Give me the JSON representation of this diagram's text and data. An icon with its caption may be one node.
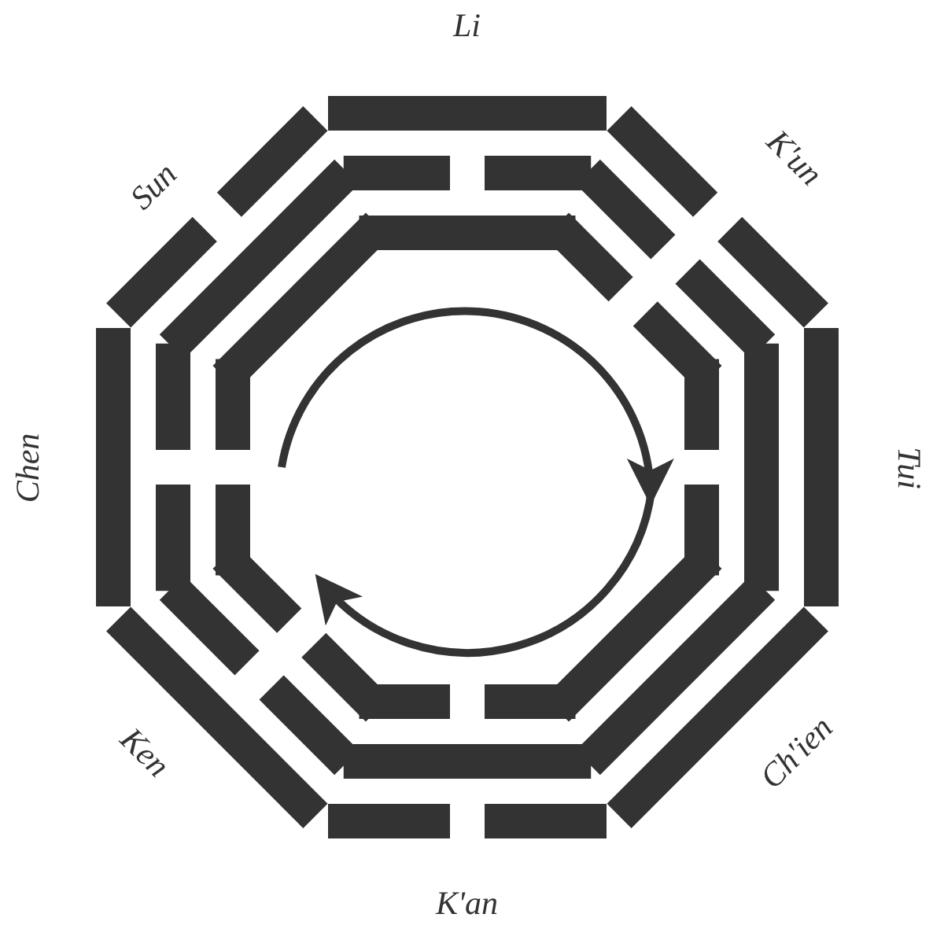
{
  "diagram": {
    "labels": [
      "Li",
      "Sun",
      "K'un",
      "Chen",
      "Tui",
      "Ken",
      "Ch'ien",
      "K'an"
    ]
  }
}
